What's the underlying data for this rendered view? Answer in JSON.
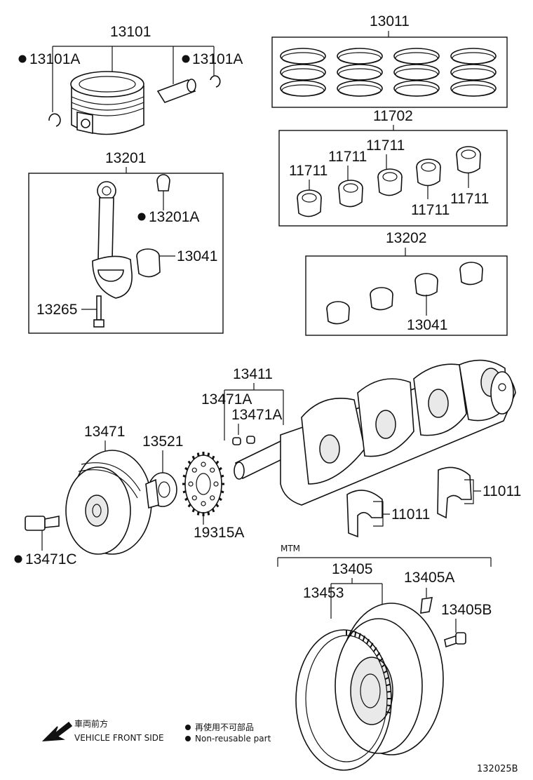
{
  "labels": {
    "p13101": "13101",
    "p13101A_left": "13101A",
    "p13101A_right": "13101A",
    "p13011": "13011",
    "p11702": "11702",
    "p11711_a": "11711",
    "p11711_b": "11711",
    "p11711_c": "11711",
    "p11711_d": "11711",
    "p11711_e": "11711",
    "p13201": "13201",
    "p13201A": "13201A",
    "p13041_rod": "13041",
    "p13265": "13265",
    "p13202": "13202",
    "p13041_box": "13041",
    "p13411": "13411",
    "p13471A_a": "13471A",
    "p13471A_b": "13471A",
    "p13471": "13471",
    "p13521": "13521",
    "p19315A": "19315A",
    "p11011_a": "11011",
    "p11011_b": "11011",
    "p13471C": "13471C",
    "mtm": "MTM",
    "p13405": "13405",
    "p13405A": "13405A",
    "p13453": "13453",
    "p13405B": "13405B"
  },
  "legend": {
    "front_jp": "車両前方",
    "front_en": "VEHICLE FRONT SIDE",
    "nonreuse_jp": "再使用不可部品",
    "nonreuse_en": "Non-reusable part"
  },
  "diagram_id": "132025B",
  "icons": [
    "non-reusable-dot-icon",
    "front-arrow-icon"
  ]
}
